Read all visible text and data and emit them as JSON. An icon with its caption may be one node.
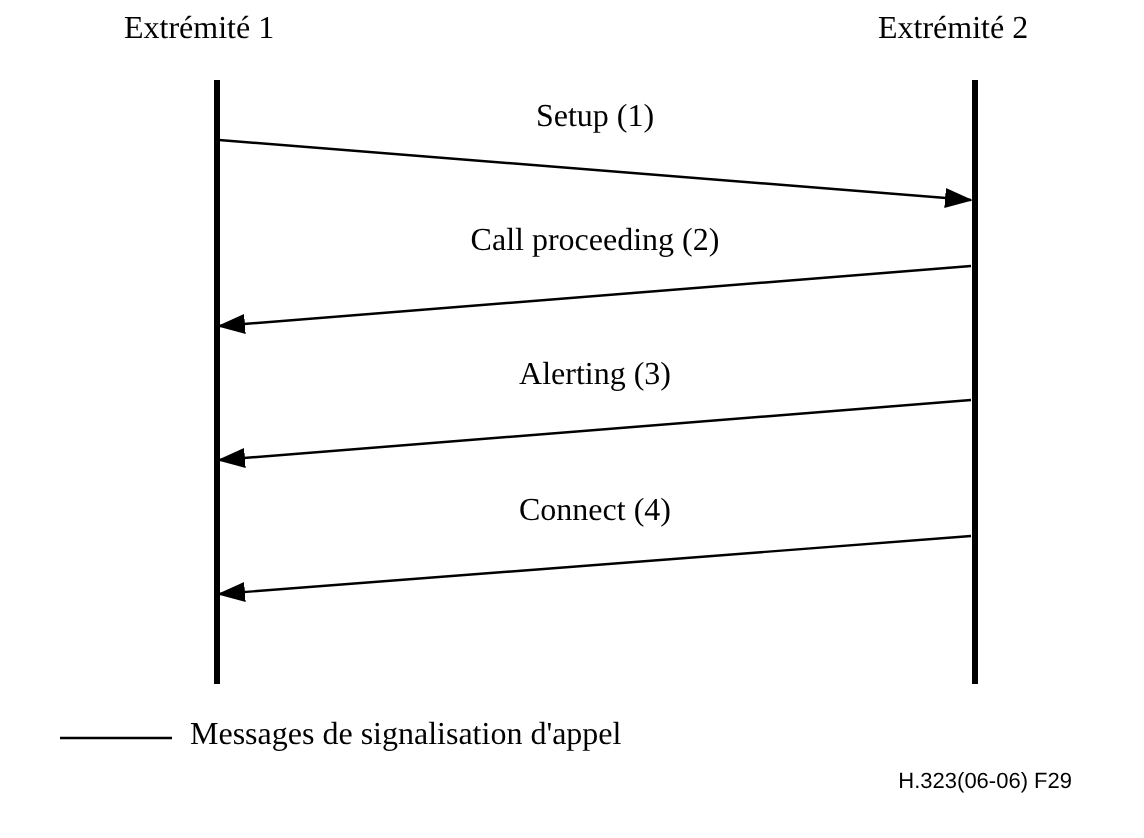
{
  "diagram": {
    "nodes": [
      {
        "text": [
          "Extrémité 1"
        ]
      },
      {
        "text": [
          "Extrémité 2"
        ]
      }
    ],
    "edges": [
      {
        "from": 0,
        "to": 1,
        "arrow": "to",
        "label": "Setup (1)"
      },
      {
        "from": 1,
        "to": 0,
        "arrow": "to",
        "label": "Call proceeding (2)"
      },
      {
        "from": 1,
        "to": 0,
        "arrow": "to",
        "label": "Alerting (3)"
      },
      {
        "from": 1,
        "to": 0,
        "arrow": "to",
        "label": "Connect (4)"
      }
    ],
    "labels": [
      "H.323(06-06) F29"
    ],
    "legend": [
      {
        "text": "Messages de signalisation d'appel"
      }
    ]
  }
}
